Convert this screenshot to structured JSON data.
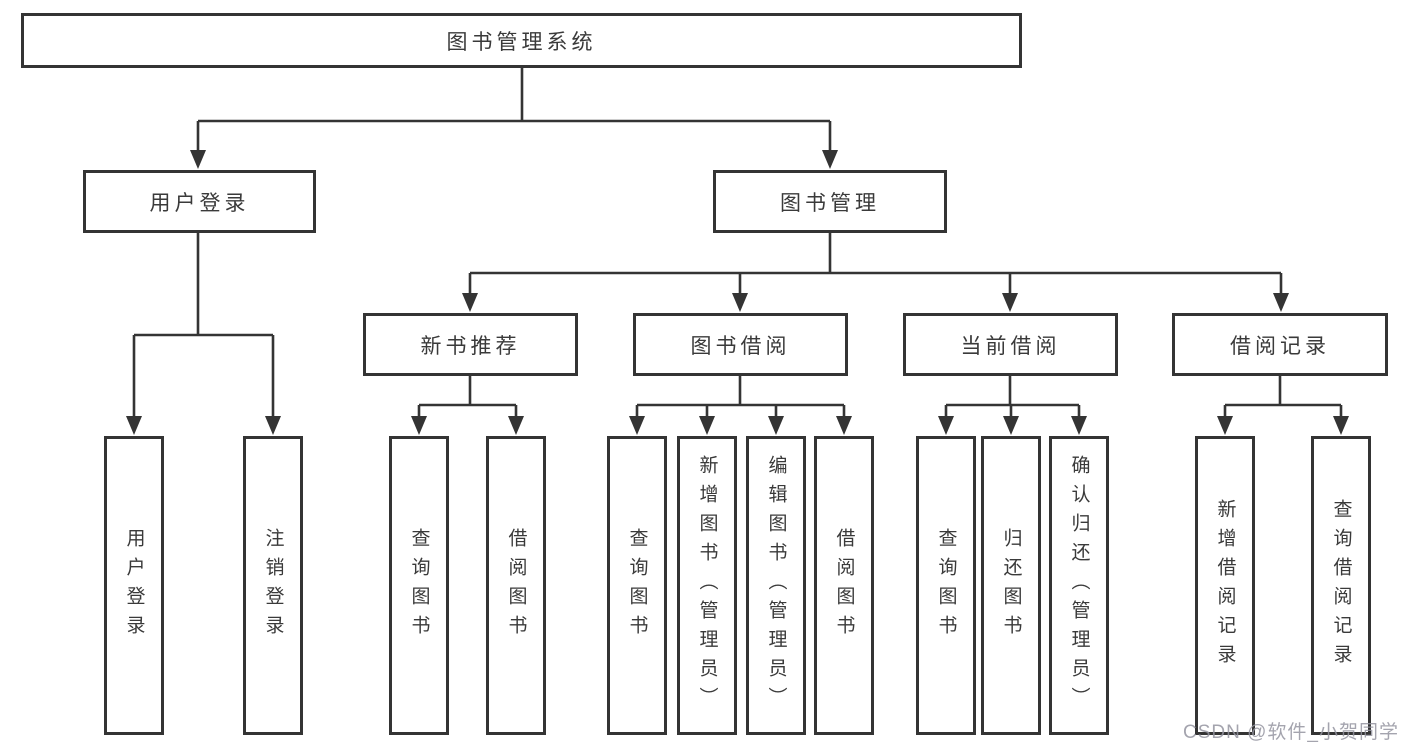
{
  "tree": {
    "label": "图书管理系统",
    "children": [
      {
        "label": "用户登录",
        "children": [
          {
            "label": "用户登录"
          },
          {
            "label": "注销登录"
          }
        ]
      },
      {
        "label": "图书管理",
        "children": [
          {
            "label": "新书推荐",
            "children": [
              {
                "label": "查询图书"
              },
              {
                "label": "借阅图书"
              }
            ]
          },
          {
            "label": "图书借阅",
            "children": [
              {
                "label": "查询图书"
              },
              {
                "label": "新增图书（管理员）"
              },
              {
                "label": "编辑图书（管理员）"
              },
              {
                "label": "借阅图书"
              }
            ]
          },
          {
            "label": "当前借阅",
            "children": [
              {
                "label": "查询图书"
              },
              {
                "label": "归还图书"
              },
              {
                "label": "确认归还（管理员）"
              }
            ]
          },
          {
            "label": "借阅记录",
            "children": [
              {
                "label": "新增借阅记录"
              },
              {
                "label": "查询借阅记录"
              }
            ]
          }
        ]
      }
    ]
  },
  "watermark": {
    "text": "CSDN @软件_小贺同学"
  },
  "colors": {
    "line": "#343434",
    "box_border": "#343434",
    "box_background": "#ffffff",
    "text": "#3a3a3a",
    "watermark": "#9494a0"
  }
}
